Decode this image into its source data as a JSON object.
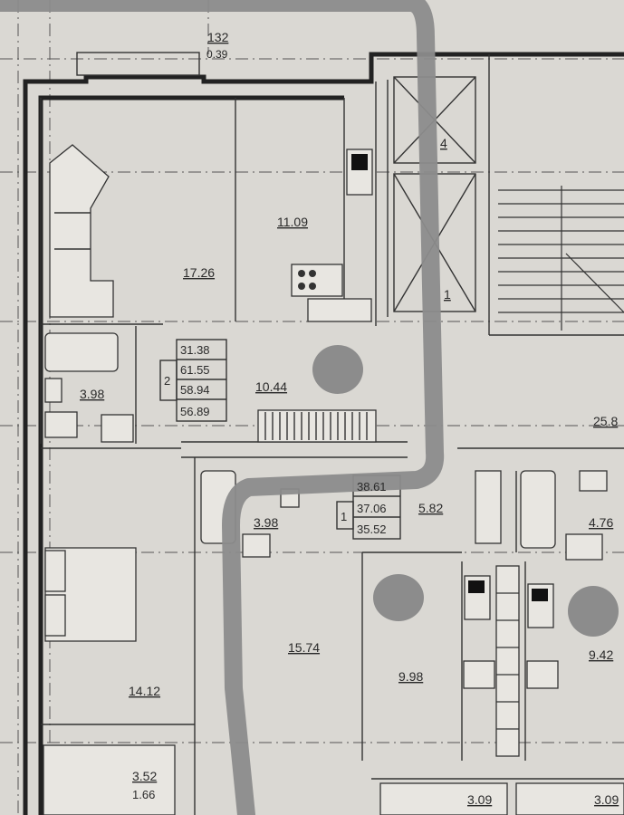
{
  "plan": {
    "balcony_top": {
      "area": "132",
      "coef": "0.39"
    },
    "rooms": {
      "living_room": "17.26",
      "kitchen": "11.09",
      "bath_2": "3.98",
      "hall_2": "10.44",
      "bedroom": "14.12",
      "bath_1": "3.98",
      "hall_1": "5.82",
      "room_1": "15.74",
      "kitchen_r1": "9.98",
      "kitchen_r2": "9.42",
      "bath_r": "4.76",
      "corridor": "25.8",
      "shaft_1": "4",
      "shaft_2": "1"
    },
    "apt_2": {
      "rooms": "2",
      "values": [
        "31.38",
        "61.55",
        "58.94",
        "56.89"
      ]
    },
    "apt_1": {
      "rooms": "1",
      "values": [
        "38.61",
        "37.06",
        "35.52"
      ]
    },
    "balcony_bottom": {
      "area": "3.52",
      "coef": "1.66"
    },
    "loggia_1": "3.09",
    "loggia_2": "3.09",
    "marker_color": "#8c8c8c"
  }
}
